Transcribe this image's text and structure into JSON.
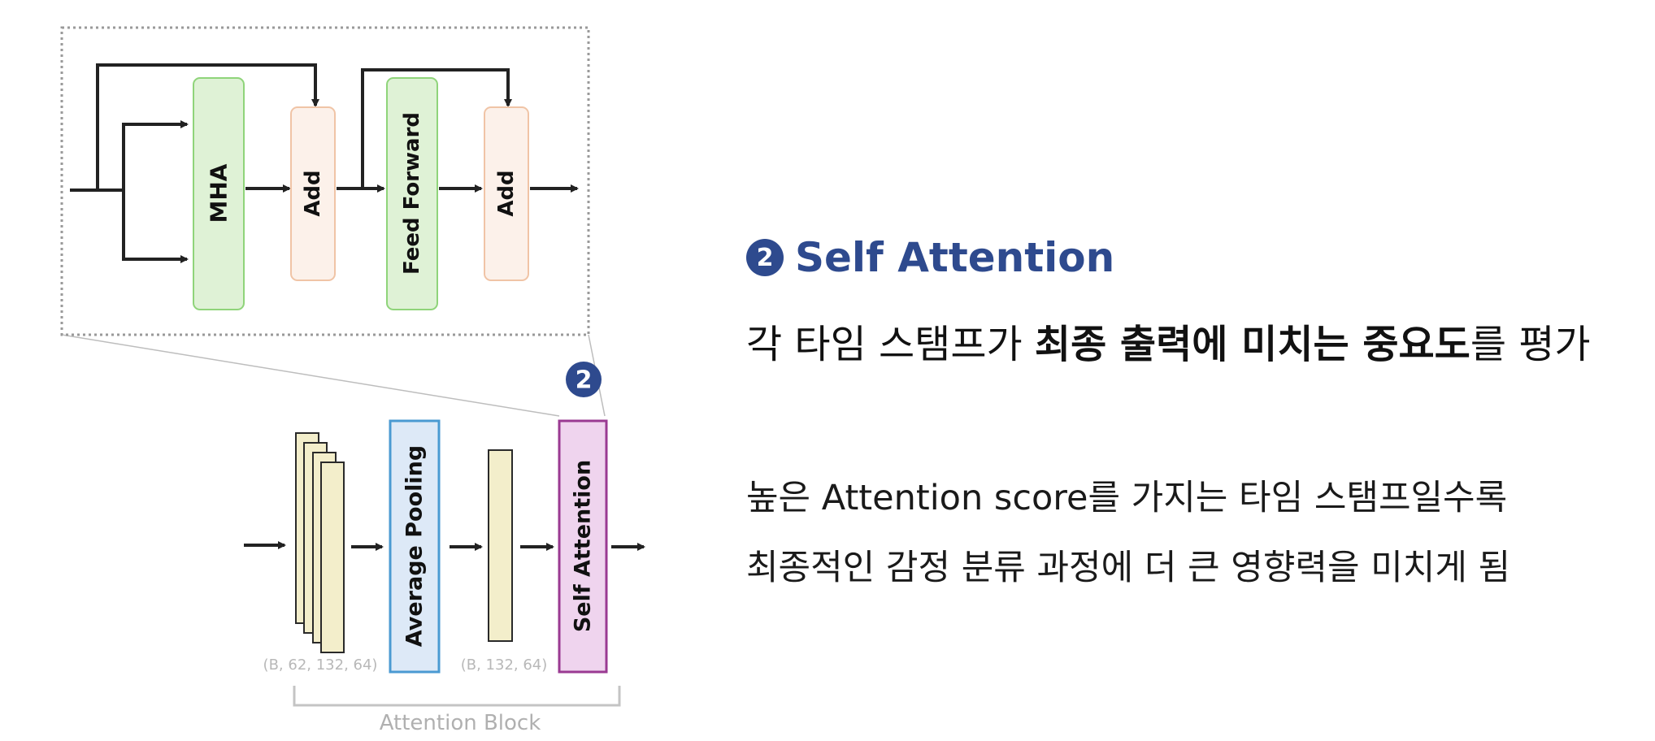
{
  "colors": {
    "accent": "#2e4a8e",
    "green_fill": "#dff2d6",
    "green_stroke": "#8fd47a",
    "peach_fill": "#fcf1ea",
    "peach_stroke": "#f0c4a6",
    "cream_fill": "#f3eecb",
    "blue_fill": "#dde9f7",
    "blue_stroke": "#4a9ad2",
    "pink_fill": "#efd4ee",
    "pink_stroke": "#9a3a92"
  },
  "diagram": {
    "mha_label": "MHA",
    "add1_label": "Add",
    "ff_label": "Feed Forward",
    "add2_label": "Add",
    "avg_pool_label": "Average Pooling",
    "self_attn_label": "Self Attention",
    "dim_input": "(B, 62, 132, 64)",
    "dim_pooled": "(B, 132, 64)",
    "block_label": "Attention Block",
    "badge": "2"
  },
  "panel": {
    "badge": "2",
    "heading": "Self Attention",
    "subtitle_pre": "각 타임 스탬프가 ",
    "subtitle_bold": "최종 출력에 미치는 중요도",
    "subtitle_post": "를 평가",
    "desc_line1": "높은 Attention score를 가지는 타임 스탬프일수록",
    "desc_line2": "최종적인 감정 분류 과정에 더 큰 영향력을 미치게 됨"
  }
}
